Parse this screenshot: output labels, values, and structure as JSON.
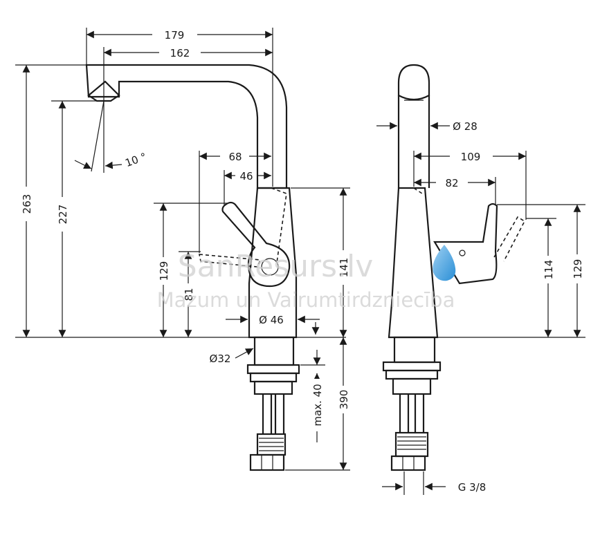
{
  "dimensions": {
    "d179": "179",
    "d162": "162",
    "d263": "263",
    "d227": "227",
    "d10": "10 °",
    "d68": "68",
    "d46": "46",
    "d129_left": "129",
    "d81": "81",
    "d141": "141",
    "dia46": "Ø 46",
    "dia32": "Ø32",
    "max40": "max. 40",
    "d390": "390",
    "dia28": "Ø 28",
    "d109": "109",
    "d82": "82",
    "d114": "114",
    "d129_right": "129",
    "g38": "G 3/8"
  },
  "watermark": {
    "title": "SanResurs.lv",
    "subtitle": "Mazum un Vairumtirdzniecība"
  },
  "colors": {
    "line": "#1a1a1a",
    "watermark": "#cfcfcf",
    "drop_blue": "#2a8fd6",
    "drop_light": "#9fd0f2"
  }
}
